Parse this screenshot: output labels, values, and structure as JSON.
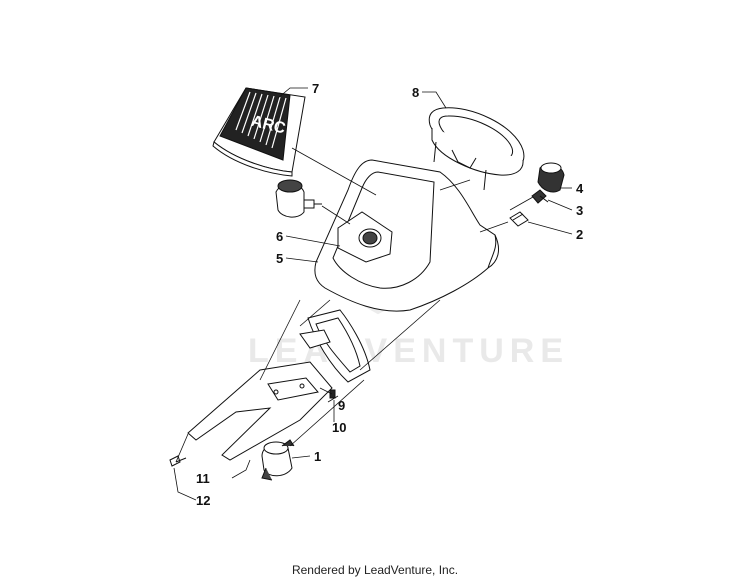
{
  "watermark": {
    "text": "LEADVENTURE"
  },
  "callouts": [
    {
      "id": "1",
      "label": "1"
    },
    {
      "id": "2",
      "label": "2"
    },
    {
      "id": "3",
      "label": "3"
    },
    {
      "id": "4",
      "label": "4"
    },
    {
      "id": "5",
      "label": "5"
    },
    {
      "id": "6",
      "label": "6"
    },
    {
      "id": "7",
      "label": "7"
    },
    {
      "id": "8",
      "label": "8"
    },
    {
      "id": "9",
      "label": "9"
    },
    {
      "id": "10",
      "label": "10"
    },
    {
      "id": "11",
      "label": "11"
    },
    {
      "id": "12",
      "label": "12"
    }
  ],
  "decal": {
    "logo_text": "ARC"
  },
  "footer": {
    "credit": "Rendered by LeadVenture, Inc."
  }
}
